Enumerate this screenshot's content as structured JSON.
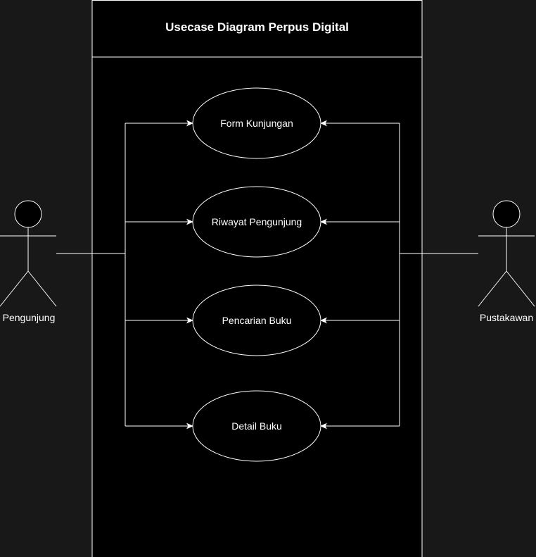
{
  "diagram": {
    "title": "Usecase Diagram Perpus Digital",
    "actors": {
      "left": "Pengunjung",
      "right": "Pustakawan"
    },
    "usecases": [
      "Form Kunjungan",
      "Riwayat Pengunjung",
      "Pencarian Buku",
      "Detail Buku"
    ]
  }
}
